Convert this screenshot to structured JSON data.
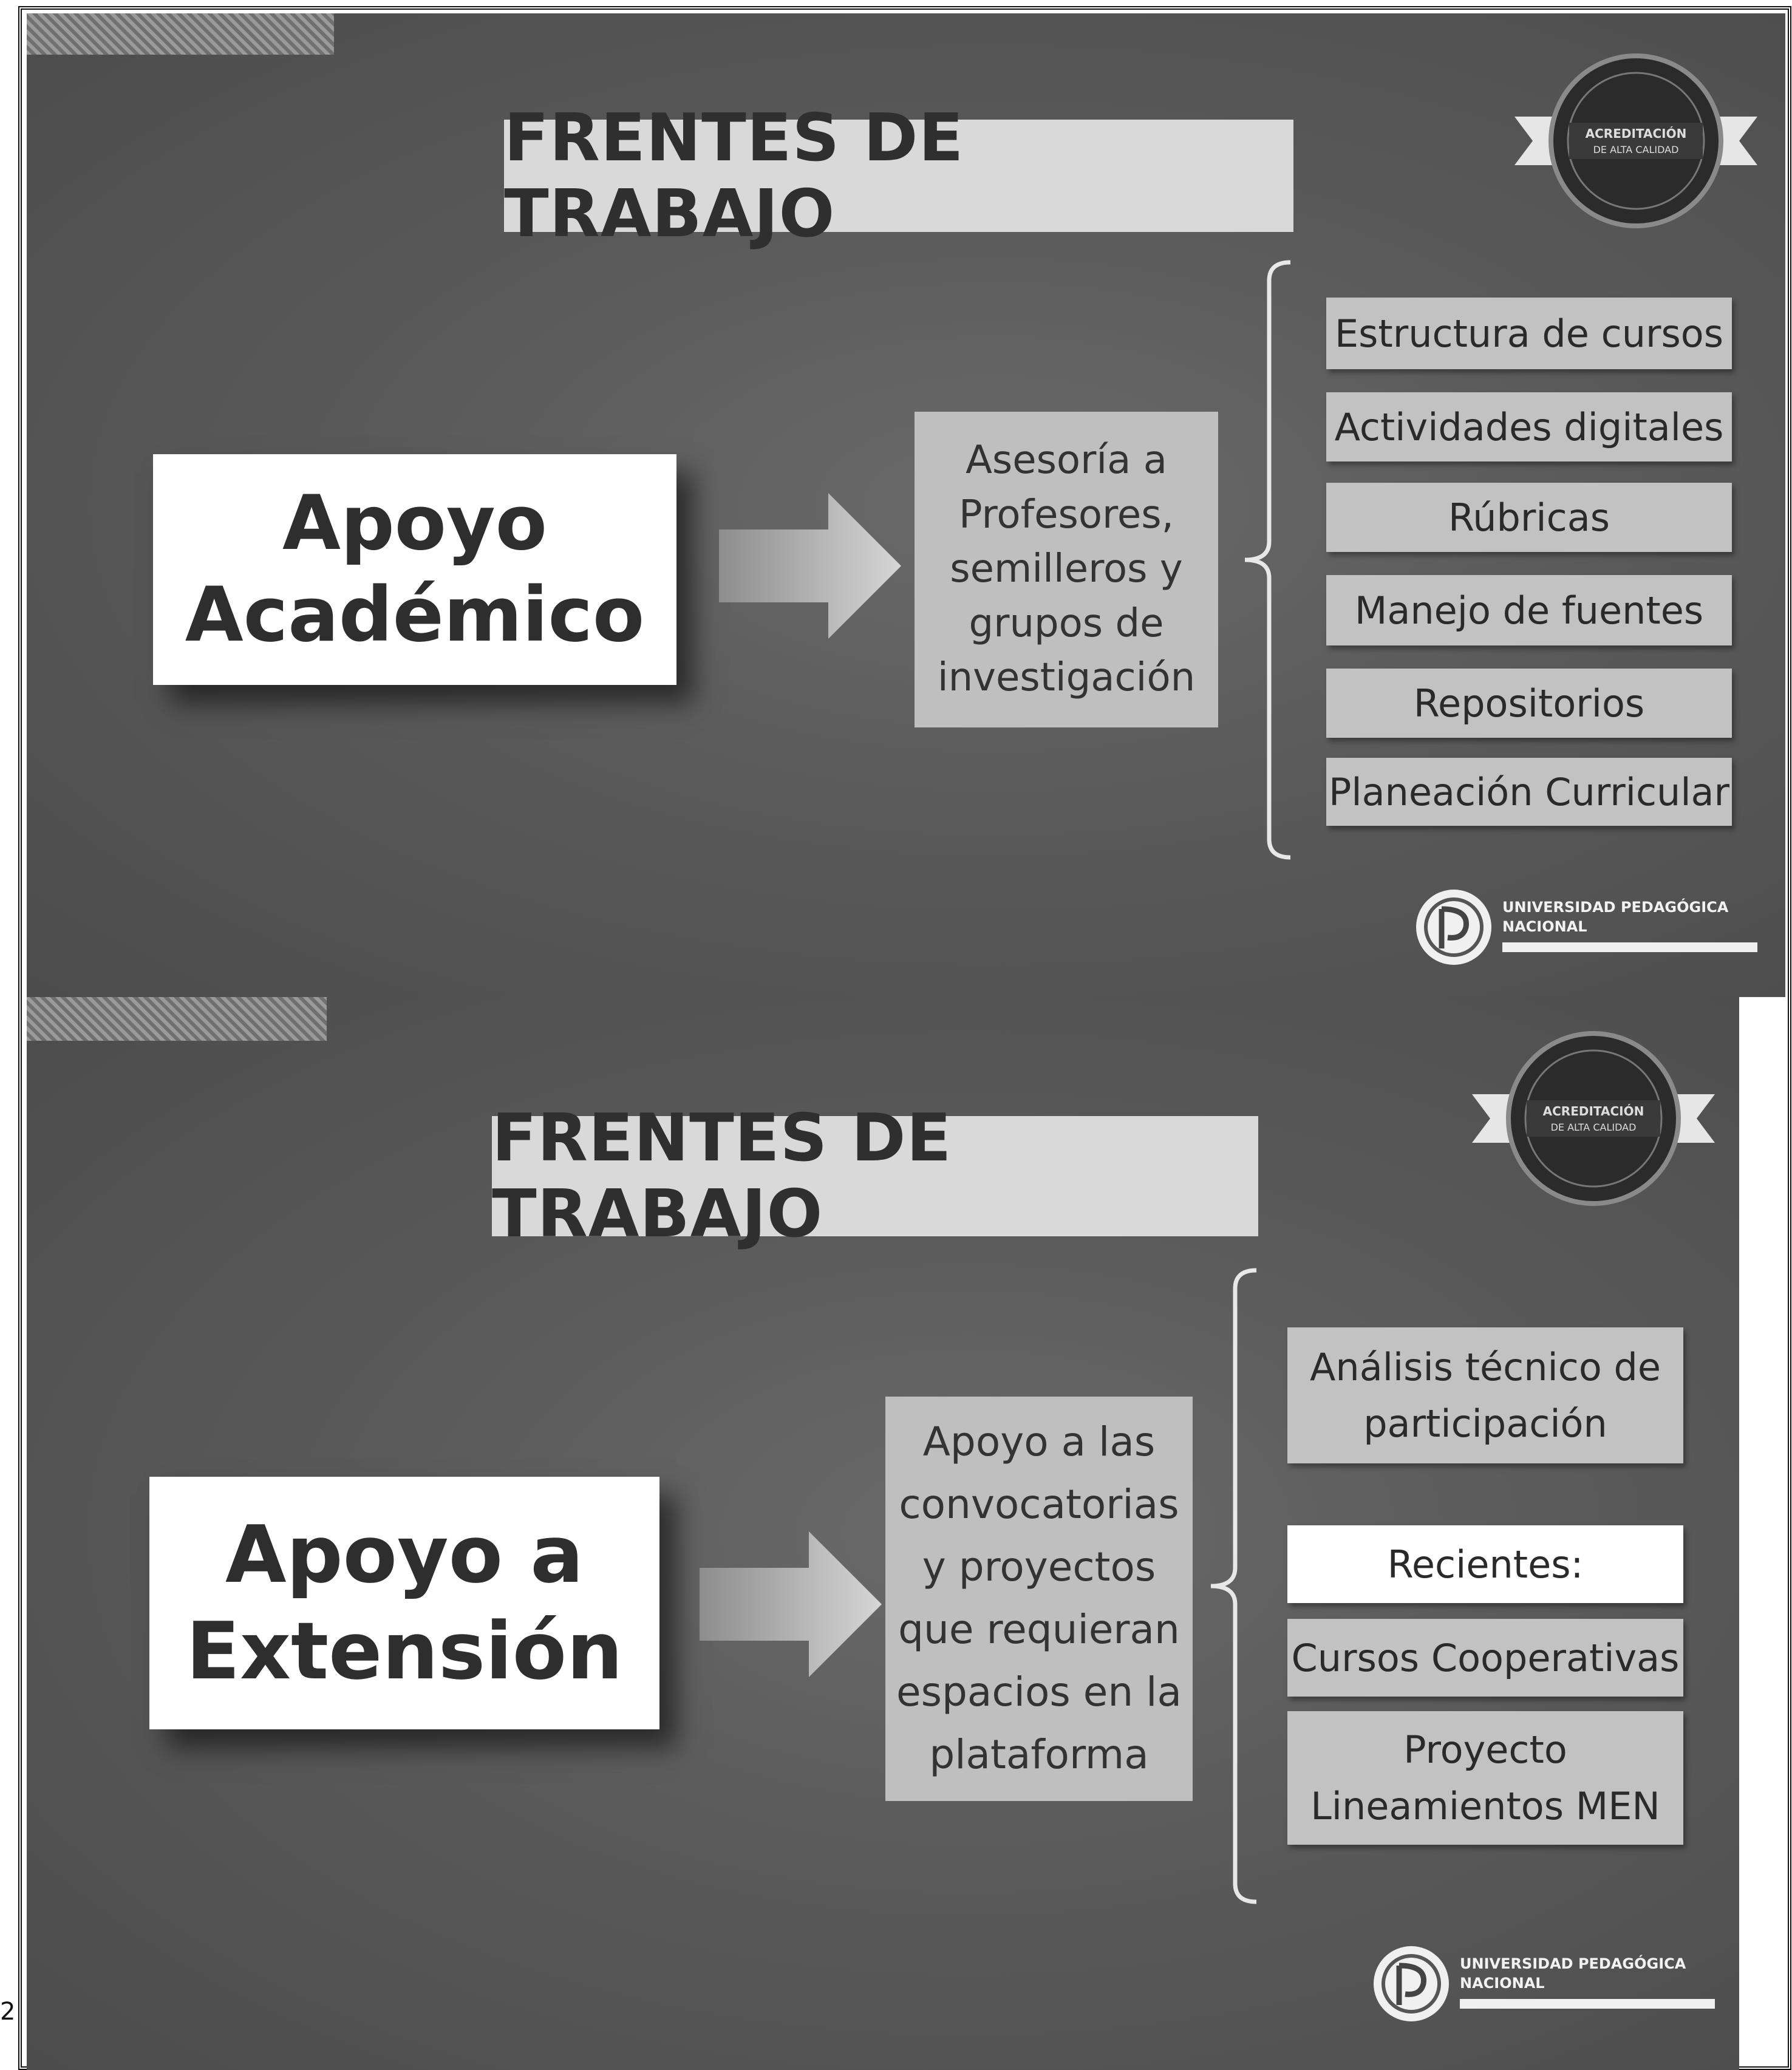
{
  "page_number": "2",
  "slide1": {
    "title": "FRENTES DE TRABAJO",
    "main": [
      "Apoyo",
      "Académico"
    ],
    "middle": "Asesoría a Profesores, semilleros y grupos de investigación",
    "items": [
      "Estructura de cursos",
      "Actividades digitales",
      "Rúbricas",
      "Manejo de fuentes",
      "Repositorios",
      "Planeación Curricular"
    ]
  },
  "slide2": {
    "title": "FRENTES DE TRABAJO",
    "main": [
      "Apoyo a",
      "Extensión"
    ],
    "middle": "Apoyo a las convocatorias y proyectos que requieran espacios en la plataforma",
    "items": [
      "Análisis técnico de participación",
      "Recientes:",
      "Cursos Cooperativas",
      "Proyecto Lineamientos MEN"
    ]
  },
  "logo": {
    "line1": "UNIVERSIDAD PEDAGÓGICA",
    "line2": "NACIONAL"
  },
  "seal": {
    "line1": "ACREDITACIÓN",
    "line2": "DE ALTA CALIDAD"
  },
  "colors": {
    "slide_bg": "#5a5a5a",
    "title_box": "#d9d9d9",
    "item_box": "#c2c2c2",
    "main_box": "#ffffff"
  }
}
